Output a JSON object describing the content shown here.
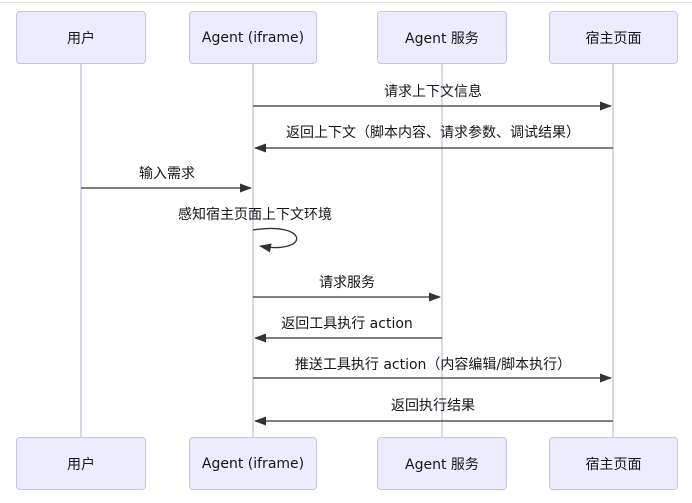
{
  "diagram": {
    "type": "sequence-diagram",
    "actors": [
      {
        "id": "user",
        "label": "用户"
      },
      {
        "id": "agent-iframe",
        "label": "Agent (iframe)"
      },
      {
        "id": "agent-service",
        "label": "Agent 服务"
      },
      {
        "id": "host-page",
        "label": "宿主页面"
      }
    ],
    "messages": [
      {
        "from": "agent-iframe",
        "to": "host-page",
        "style": "solid",
        "text": "请求上下文信息"
      },
      {
        "from": "host-page",
        "to": "agent-iframe",
        "style": "solid",
        "text": "返回上下文（脚本内容、请求参数、调试结果）"
      },
      {
        "from": "user",
        "to": "agent-iframe",
        "style": "solid",
        "text": "输入需求"
      },
      {
        "from": "agent-iframe",
        "to": "agent-iframe",
        "style": "self-loop",
        "text": "感知宿主页面上下文环境"
      },
      {
        "from": "agent-iframe",
        "to": "agent-service",
        "style": "solid",
        "text": "请求服务"
      },
      {
        "from": "agent-service",
        "to": "agent-iframe",
        "style": "solid",
        "text": "返回工具执行 action"
      },
      {
        "from": "agent-iframe",
        "to": "host-page",
        "style": "solid",
        "text": "推送工具执行 action（内容编辑/脚本执行）"
      },
      {
        "from": "host-page",
        "to": "agent-iframe",
        "style": "solid",
        "text": "返回执行结果"
      }
    ],
    "colors": {
      "actor_fill": "#ECECFF",
      "actor_border": "#C8C3E8",
      "lifeline": "#CFCBEC",
      "arrow": "#333333",
      "text": "#15151A",
      "background": "#FFFFFF"
    }
  }
}
